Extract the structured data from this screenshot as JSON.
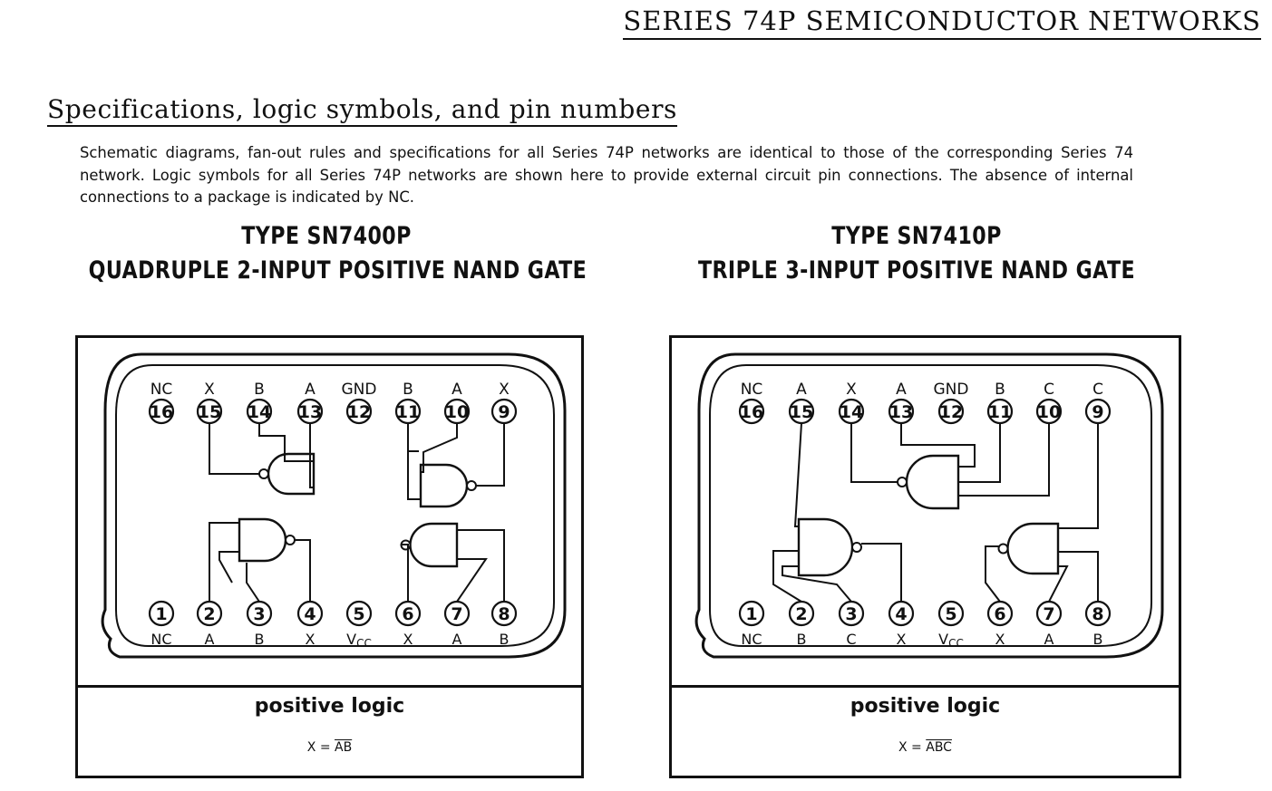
{
  "header": {
    "series_title": "SERIES 74P SEMICONDUCTOR NETWORKS",
    "section_title": "Specifications, logic symbols, and pin numbers",
    "intro": "Schematic diagrams, fan-out rules and specifications for all Series 74P networks are identical to those of the corresponding Series 74 network. Logic symbols for all Series 74P networks are shown here to provide external circuit pin connections. The absence of internal connections to a package is indicated by NC."
  },
  "devices": [
    {
      "type_label": "TYPE SN7400P",
      "description": "QUADRUPLE 2-INPUT POSITIVE NAND GATE",
      "top_pins": [
        {
          "num": "16",
          "label": "NC"
        },
        {
          "num": "15",
          "label": "X"
        },
        {
          "num": "14",
          "label": "B"
        },
        {
          "num": "13",
          "label": "A"
        },
        {
          "num": "12",
          "label": "GND"
        },
        {
          "num": "11",
          "label": "B"
        },
        {
          "num": "10",
          "label": "A"
        },
        {
          "num": "9",
          "label": "X"
        }
      ],
      "bottom_pins": [
        {
          "num": "1",
          "label": "NC"
        },
        {
          "num": "2",
          "label": "A"
        },
        {
          "num": "3",
          "label": "B"
        },
        {
          "num": "4",
          "label": "X"
        },
        {
          "num": "5",
          "label": "VCC"
        },
        {
          "num": "6",
          "label": "X"
        },
        {
          "num": "7",
          "label": "A"
        },
        {
          "num": "8",
          "label": "B"
        }
      ],
      "logic_label": "positive logic",
      "equation_lhs": "X = ",
      "equation_rhs": "AB"
    },
    {
      "type_label": "TYPE SN7410P",
      "description": "TRIPLE 3-INPUT POSITIVE NAND GATE",
      "top_pins": [
        {
          "num": "16",
          "label": "NC"
        },
        {
          "num": "15",
          "label": "A"
        },
        {
          "num": "14",
          "label": "X"
        },
        {
          "num": "13",
          "label": "A"
        },
        {
          "num": "12",
          "label": "GND"
        },
        {
          "num": "11",
          "label": "B"
        },
        {
          "num": "10",
          "label": "C"
        },
        {
          "num": "9",
          "label": "C"
        }
      ],
      "bottom_pins": [
        {
          "num": "1",
          "label": "NC"
        },
        {
          "num": "2",
          "label": "B"
        },
        {
          "num": "3",
          "label": "C"
        },
        {
          "num": "4",
          "label": "X"
        },
        {
          "num": "5",
          "label": "VCC"
        },
        {
          "num": "6",
          "label": "X"
        },
        {
          "num": "7",
          "label": "A"
        },
        {
          "num": "8",
          "label": "B"
        }
      ],
      "logic_label": "positive logic",
      "equation_lhs": "X = ",
      "equation_rhs": "ABC"
    }
  ]
}
